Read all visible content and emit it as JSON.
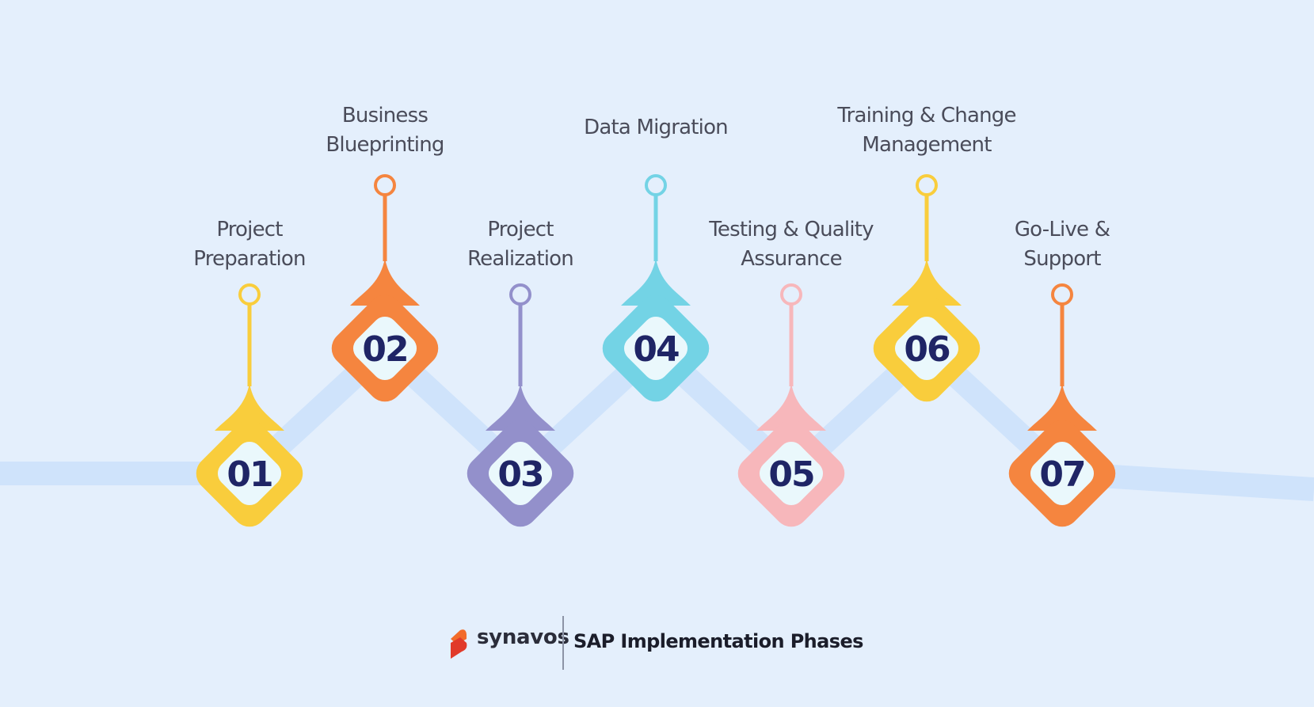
{
  "colors": {
    "background": "#e4effc",
    "track": "#cfe3fb",
    "inner_fill": "#eaf8fc",
    "number_text": "#1f2566",
    "label_text": "#4a4c5a",
    "brand_logo_top": "#f26b2a",
    "brand_logo_bottom": "#e13a2a"
  },
  "phases": [
    {
      "number": "01",
      "label_lines": [
        "Project",
        "Preparation"
      ],
      "color": "#f9cd3c",
      "level": "low"
    },
    {
      "number": "02",
      "label_lines": [
        "Business",
        "Blueprinting"
      ],
      "color": "#f5853f",
      "level": "high"
    },
    {
      "number": "03",
      "label_lines": [
        "Project",
        "Realization"
      ],
      "color": "#9390cb",
      "level": "low"
    },
    {
      "number": "04",
      "label_lines": [
        "Data Migration"
      ],
      "color": "#73d3e5",
      "level": "high"
    },
    {
      "number": "05",
      "label_lines": [
        "Testing & Quality",
        "Assurance"
      ],
      "color": "#f7b7bb",
      "level": "low"
    },
    {
      "number": "06",
      "label_lines": [
        "Training & Change",
        "Management"
      ],
      "color": "#f9cd3c",
      "level": "high"
    },
    {
      "number": "07",
      "label_lines": [
        "Go-Live &",
        "Support"
      ],
      "color": "#f5853f",
      "level": "low"
    }
  ],
  "footer": {
    "brand": "synavos",
    "title": "SAP Implementation Phases",
    "logo_icon": "synavos-s-logo-icon"
  }
}
